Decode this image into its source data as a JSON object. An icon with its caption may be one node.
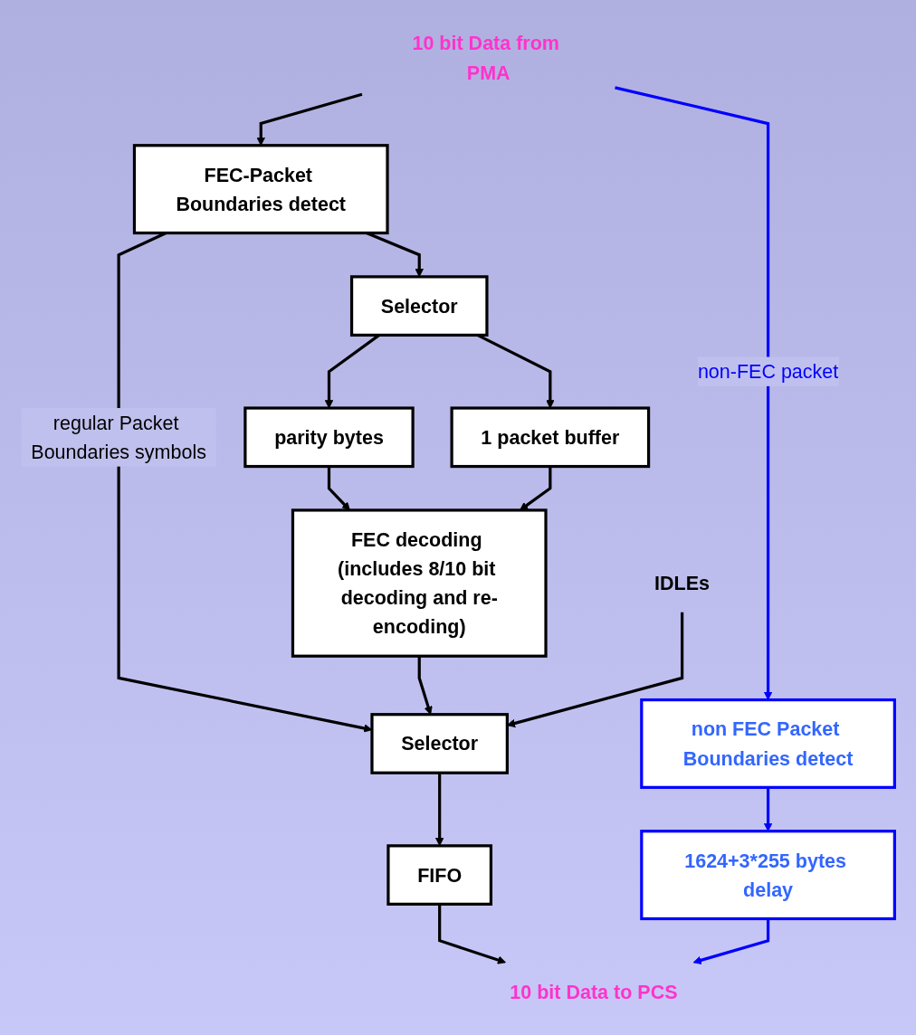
{
  "diagram": {
    "nodes": [
      {
        "text": [
          "10 bit Data from PMA"
        ]
      },
      {
        "text": [
          "FEC-Packet Boundaries detect"
        ]
      },
      {
        "text": [
          "non FEC Packet Boundaries detect"
        ]
      },
      {
        "text": [
          "Selector"
        ]
      },
      {
        "text": [
          "1624+3*255 bytes delay"
        ]
      },
      {
        "text": [
          "parity bytes"
        ]
      },
      {
        "text": [
          "1 packet buffer"
        ]
      },
      {
        "text": [
          "FEC decoding (includes 8/10 bit decoding and re-encoding)"
        ]
      },
      {
        "text": [
          "IDLEs"
        ]
      },
      {
        "text": [
          "Selector"
        ]
      },
      {
        "text": [
          "FIFO"
        ]
      },
      {
        "text": [
          "10 bit Data to PCS"
        ]
      }
    ],
    "edges": [
      {
        "from": 0,
        "to": 1,
        "arrow": "to"
      },
      {
        "from": 0,
        "to": 2,
        "arrow": "to",
        "label": "non-FEC packet",
        "color": "#0000ff"
      },
      {
        "from": 1,
        "to": 3,
        "arrow": "to"
      },
      {
        "from": 2,
        "to": 4,
        "arrow": "to",
        "color": "#0000ff"
      },
      {
        "from": 3,
        "to": 5,
        "arrow": "to"
      },
      {
        "from": 3,
        "to": 6,
        "arrow": "to"
      },
      {
        "from": 5,
        "to": 7,
        "arrow": "to"
      },
      {
        "from": 6,
        "to": 7,
        "arrow": "to"
      },
      {
        "from": 1,
        "to": 9,
        "arrow": "to",
        "label": "regular Packet Boundaries symbols"
      },
      {
        "from": 7,
        "to": 9,
        "arrow": "to"
      },
      {
        "from": 8,
        "to": 9,
        "arrow": "to"
      },
      {
        "from": 9,
        "to": 10,
        "arrow": "to"
      },
      {
        "from": 10,
        "to": 11,
        "arrow": "to"
      },
      {
        "from": 4,
        "to": 11,
        "arrow": "to",
        "color": "#0000ff"
      }
    ]
  }
}
